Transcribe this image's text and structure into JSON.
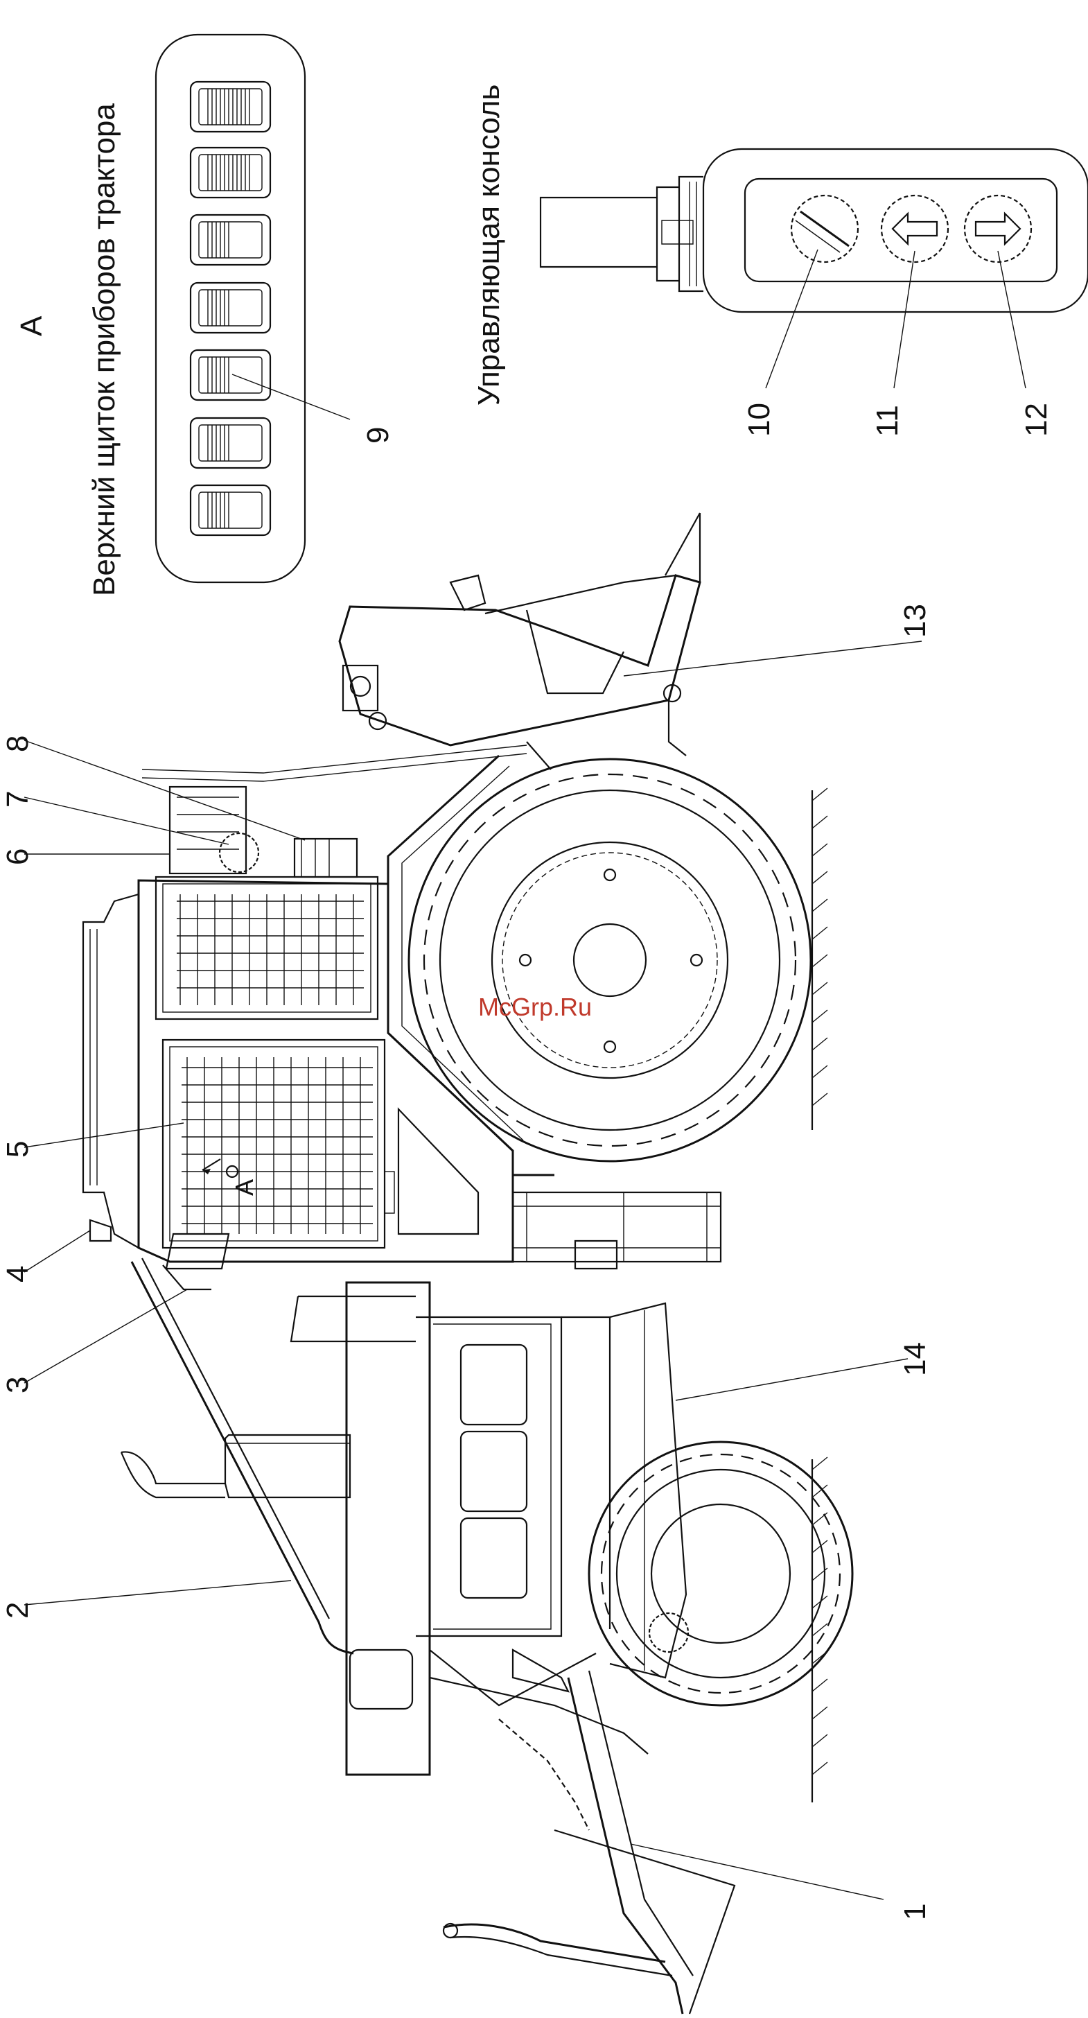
{
  "figure": {
    "view_marker": "А",
    "panel_caption": "Верхний щиток приборов трактора",
    "console_caption": "Управляющая консоль",
    "watermark": "McGrp.Ru",
    "callouts": [
      "1",
      "2",
      "3",
      "4",
      "5",
      "6",
      "7",
      "8",
      "9",
      "10",
      "11",
      "12",
      "13",
      "14"
    ],
    "section_marker": "А"
  }
}
